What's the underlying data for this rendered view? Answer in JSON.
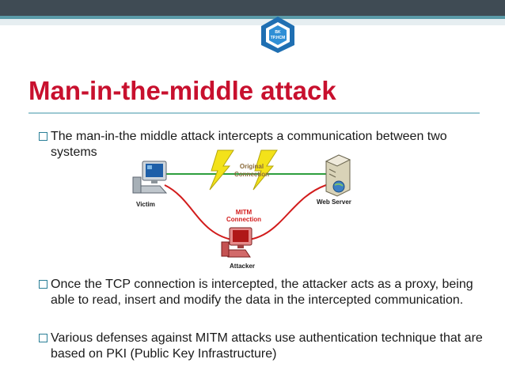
{
  "logo": {
    "line1": "BK",
    "line2": "TP.HCM"
  },
  "title": "Man-in-the-middle attack",
  "bullets": [
    "The man-in-the middle attack intercepts a communication between two systems",
    "Once the TCP connection is intercepted, the attacker acts as a proxy, being able to read, insert and modify the data in the intercepted communication.",
    "Various defenses against MITM attacks use authentication technique that are based on PKI (Public Key Infrastructure)"
  ],
  "diagram": {
    "victim_label": "Victim",
    "server_label": "Web Server",
    "attacker_label": "Attacker",
    "original_line1": "Original",
    "original_line2": "Connection",
    "mitm_line1": "MITM",
    "mitm_line2": "Connection"
  },
  "colors": {
    "title": "#c8102e",
    "bullet_box": "#2a7f97",
    "header_bar": "#3f4b54",
    "original_link": "#2e9e3e",
    "mitm_link": "#d21c1c",
    "bolt": "#f3e21a"
  }
}
